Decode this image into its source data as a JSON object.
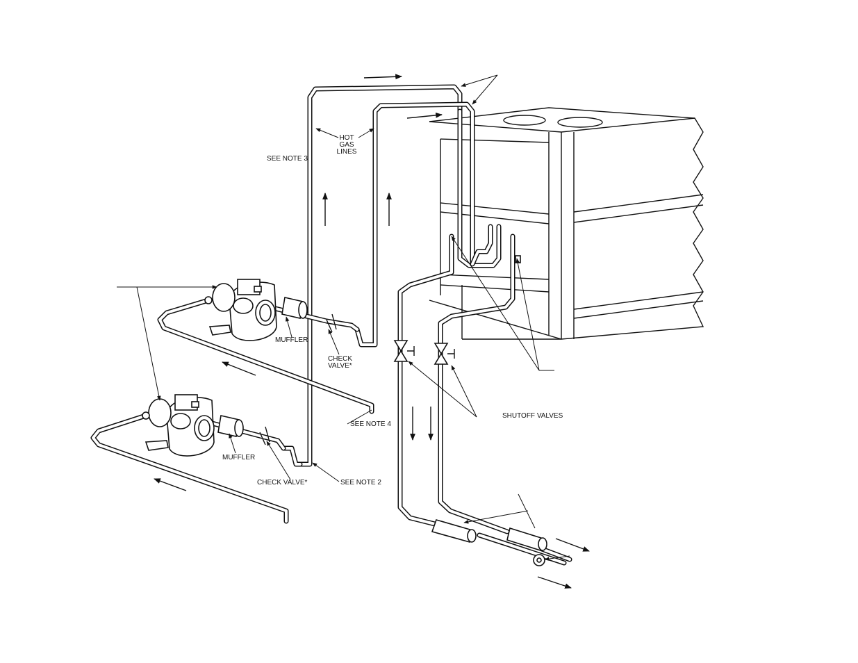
{
  "labels": {
    "hot_gas_lines": [
      "HOT",
      "GAS",
      "LINES"
    ],
    "see_note_3": "SEE NOTE 3",
    "see_note_4": "SEE NOTE 4",
    "see_note_2": "SEE NOTE 2",
    "muffler_upper": "MUFFLER",
    "muffler_lower": "MUFFLER",
    "check_valve_upper": [
      "CHECK",
      "VALVE*"
    ],
    "check_valve_lower": "CHECK VALVE*",
    "shutoff_valves": "SHUTOFF VALVES"
  }
}
